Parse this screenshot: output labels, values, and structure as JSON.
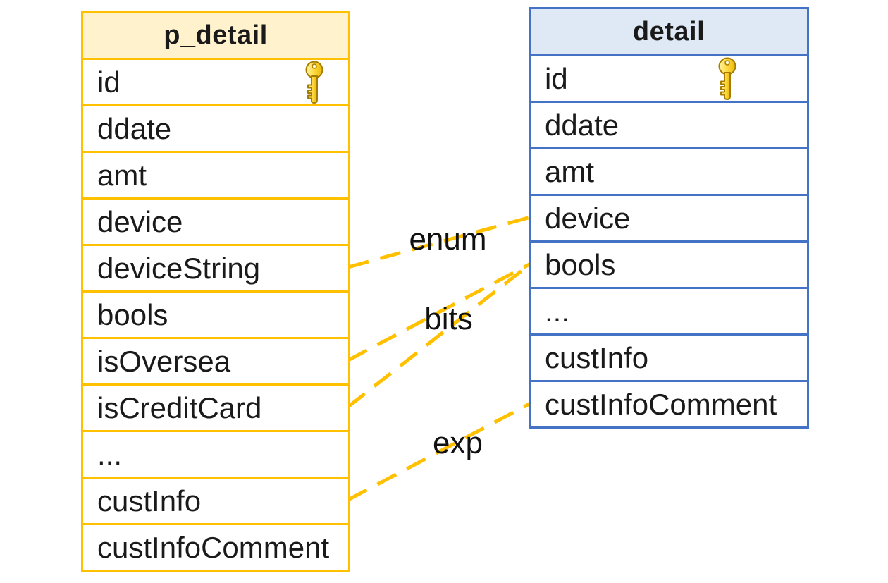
{
  "diagram": {
    "kind": "table-mapping",
    "background": "#FFFFFF"
  },
  "colors": {
    "left_border": "#FFC000",
    "left_header_fill": "#FFF2CC",
    "right_border": "#4472C4",
    "right_header_fill": "#DEE9F5",
    "connector": "#FFC000",
    "text": "#1A1A1A",
    "key_fill": "#FFD942",
    "key_stroke": "#A67C00"
  },
  "left_table": {
    "title": "p_detail",
    "fields": [
      {
        "name": "id",
        "key": true
      },
      {
        "name": "ddate",
        "key": false
      },
      {
        "name": "amt",
        "key": false
      },
      {
        "name": "device",
        "key": false
      },
      {
        "name": "deviceString",
        "key": false
      },
      {
        "name": "bools",
        "key": false
      },
      {
        "name": "isOversea",
        "key": false
      },
      {
        "name": "isCreditCard",
        "key": false
      },
      {
        "name": "...",
        "key": false
      },
      {
        "name": "custInfo",
        "key": false
      },
      {
        "name": "custInfoComment",
        "key": false
      }
    ]
  },
  "right_table": {
    "title": "detail",
    "fields": [
      {
        "name": "id",
        "key": true
      },
      {
        "name": "ddate",
        "key": false
      },
      {
        "name": "amt",
        "key": false
      },
      {
        "name": "device",
        "key": false
      },
      {
        "name": "bools",
        "key": false
      },
      {
        "name": "...",
        "key": false
      },
      {
        "name": "custInfo",
        "key": false
      },
      {
        "name": "custInfoComment",
        "key": false
      }
    ]
  },
  "relations": [
    {
      "from": "deviceString",
      "to": "device",
      "label": "enum"
    },
    {
      "from": "isOversea",
      "to": "bools",
      "label": "bits"
    },
    {
      "from": "isCreditCard",
      "to": "bools",
      "label": ""
    },
    {
      "from": "custInfo",
      "to": "custInfoComment",
      "label": "exp"
    }
  ],
  "icons": {
    "key_icon": "primary-key"
  }
}
